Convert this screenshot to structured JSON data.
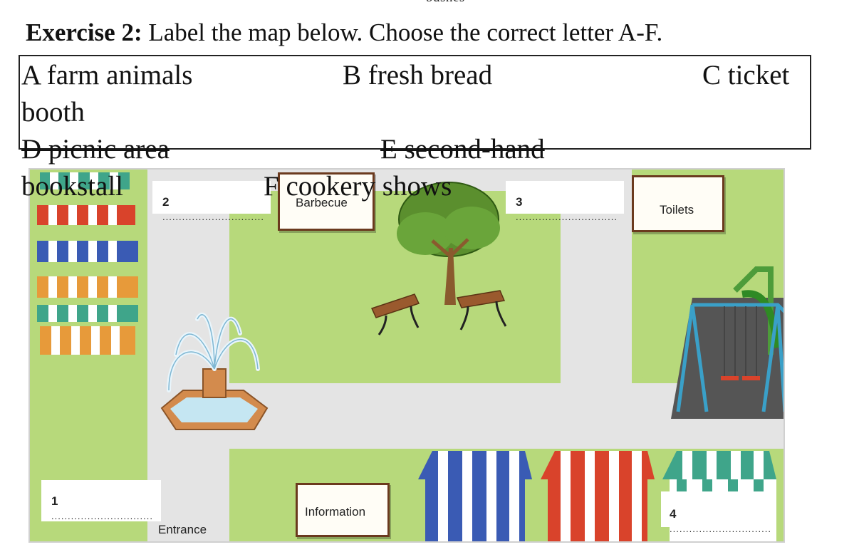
{
  "header": {
    "top_fragment": "bushes",
    "title_bold": "Exercise 2:",
    "title_rest": " Label the map below. Choose the correct letter A-F."
  },
  "options": {
    "a": "A farm animals",
    "b": "B fresh bread",
    "c": "C ticket",
    "c_cont": "booth",
    "d": "D picnic area",
    "e": "E second-hand",
    "e_cont": "bookstall",
    "f": "F cookery shows"
  },
  "map": {
    "blank_1": "1",
    "blank_2": "2",
    "blank_3": "3",
    "blank_4": "4",
    "blank_dots": "...............................",
    "barbecue": "Barbecue",
    "toilets": "Toilets",
    "information": "Information",
    "entrance": "Entrance",
    "colors": {
      "grass": "#b7d97b",
      "path": "#e4e4e4",
      "sign_border": "#6b3a1e",
      "stall_blue": "#3a5bb4",
      "stall_red": "#d9432b",
      "stall_teal": "#3fa58a",
      "stall_orange": "#e79a3a"
    }
  }
}
